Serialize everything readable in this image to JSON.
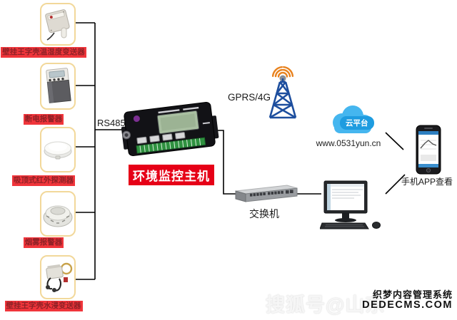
{
  "sensors": [
    {
      "label": "壁挂王字壳温湿度变送器",
      "icon": "temp-humidity-transmitter-icon"
    },
    {
      "label": "断电报警器",
      "icon": "power-failure-alarm-icon"
    },
    {
      "label": "吸顶式红外探测器",
      "icon": "ceiling-infrared-detector-icon"
    },
    {
      "label": "烟雾报警器",
      "icon": "smoke-alarm-icon"
    },
    {
      "label": "壁挂王字壳水浸变送器",
      "icon": "water-leak-transmitter-icon"
    }
  ],
  "bus": {
    "label": "RS485"
  },
  "host": {
    "label": "环境监控主机"
  },
  "wireless": {
    "label": "GPRS/4G"
  },
  "cloud": {
    "label": "云平台",
    "url": "www.0531yun.cn"
  },
  "network": {
    "switch_label": "交换机"
  },
  "phone": {
    "label": "手机APP查看"
  },
  "watermarks": {
    "sohu": "搜狐号@山东",
    "cms_title": "织梦内容管理系统",
    "cms_domain": "DEDECMS.COM"
  },
  "colors": {
    "sensor_label_bg": "#f0353b",
    "sensor_label_text": "#8e2126",
    "sensor_box_border": "#f2d89a",
    "host_label_bg": "#e60017",
    "cloud_blue": "#45b6ef",
    "cloud_badge_blue": "#1e9ce0",
    "tower_blue": "#1d4e9e",
    "wave_orange": "#e8821e",
    "line_color": "#000000"
  }
}
